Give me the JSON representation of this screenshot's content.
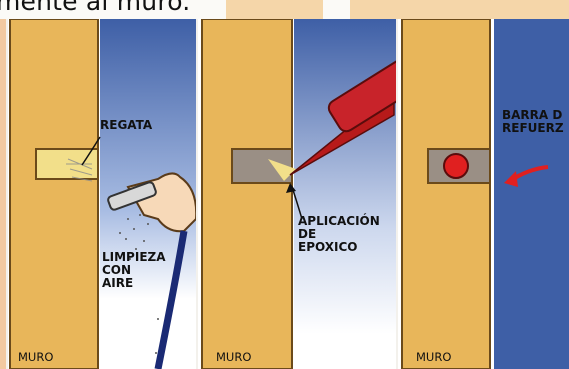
{
  "top_caption": "mente al muro.",
  "panels": [
    {
      "wall_label": "MURO",
      "callouts": [
        "REGATA",
        "LIMPIEZA\nCON\nAIRE"
      ]
    },
    {
      "wall_label": "MURO",
      "callouts": [
        "APLICACIÓN\nDE\nEPOXICO"
      ]
    },
    {
      "wall_label": "MURO",
      "callouts": [
        "BARRA D\nREFUERZ"
      ]
    }
  ],
  "colors": {
    "wall": "#e8b65a",
    "wall_outline": "#6b4a1a",
    "gap_blue": "#3e5fa6",
    "gap_white": "#ffffff",
    "groove": "#f2df8a",
    "gun": "#c8232a",
    "bar": "#e02020",
    "hand": "#f7d9b8",
    "hose": "#1a2a74"
  }
}
